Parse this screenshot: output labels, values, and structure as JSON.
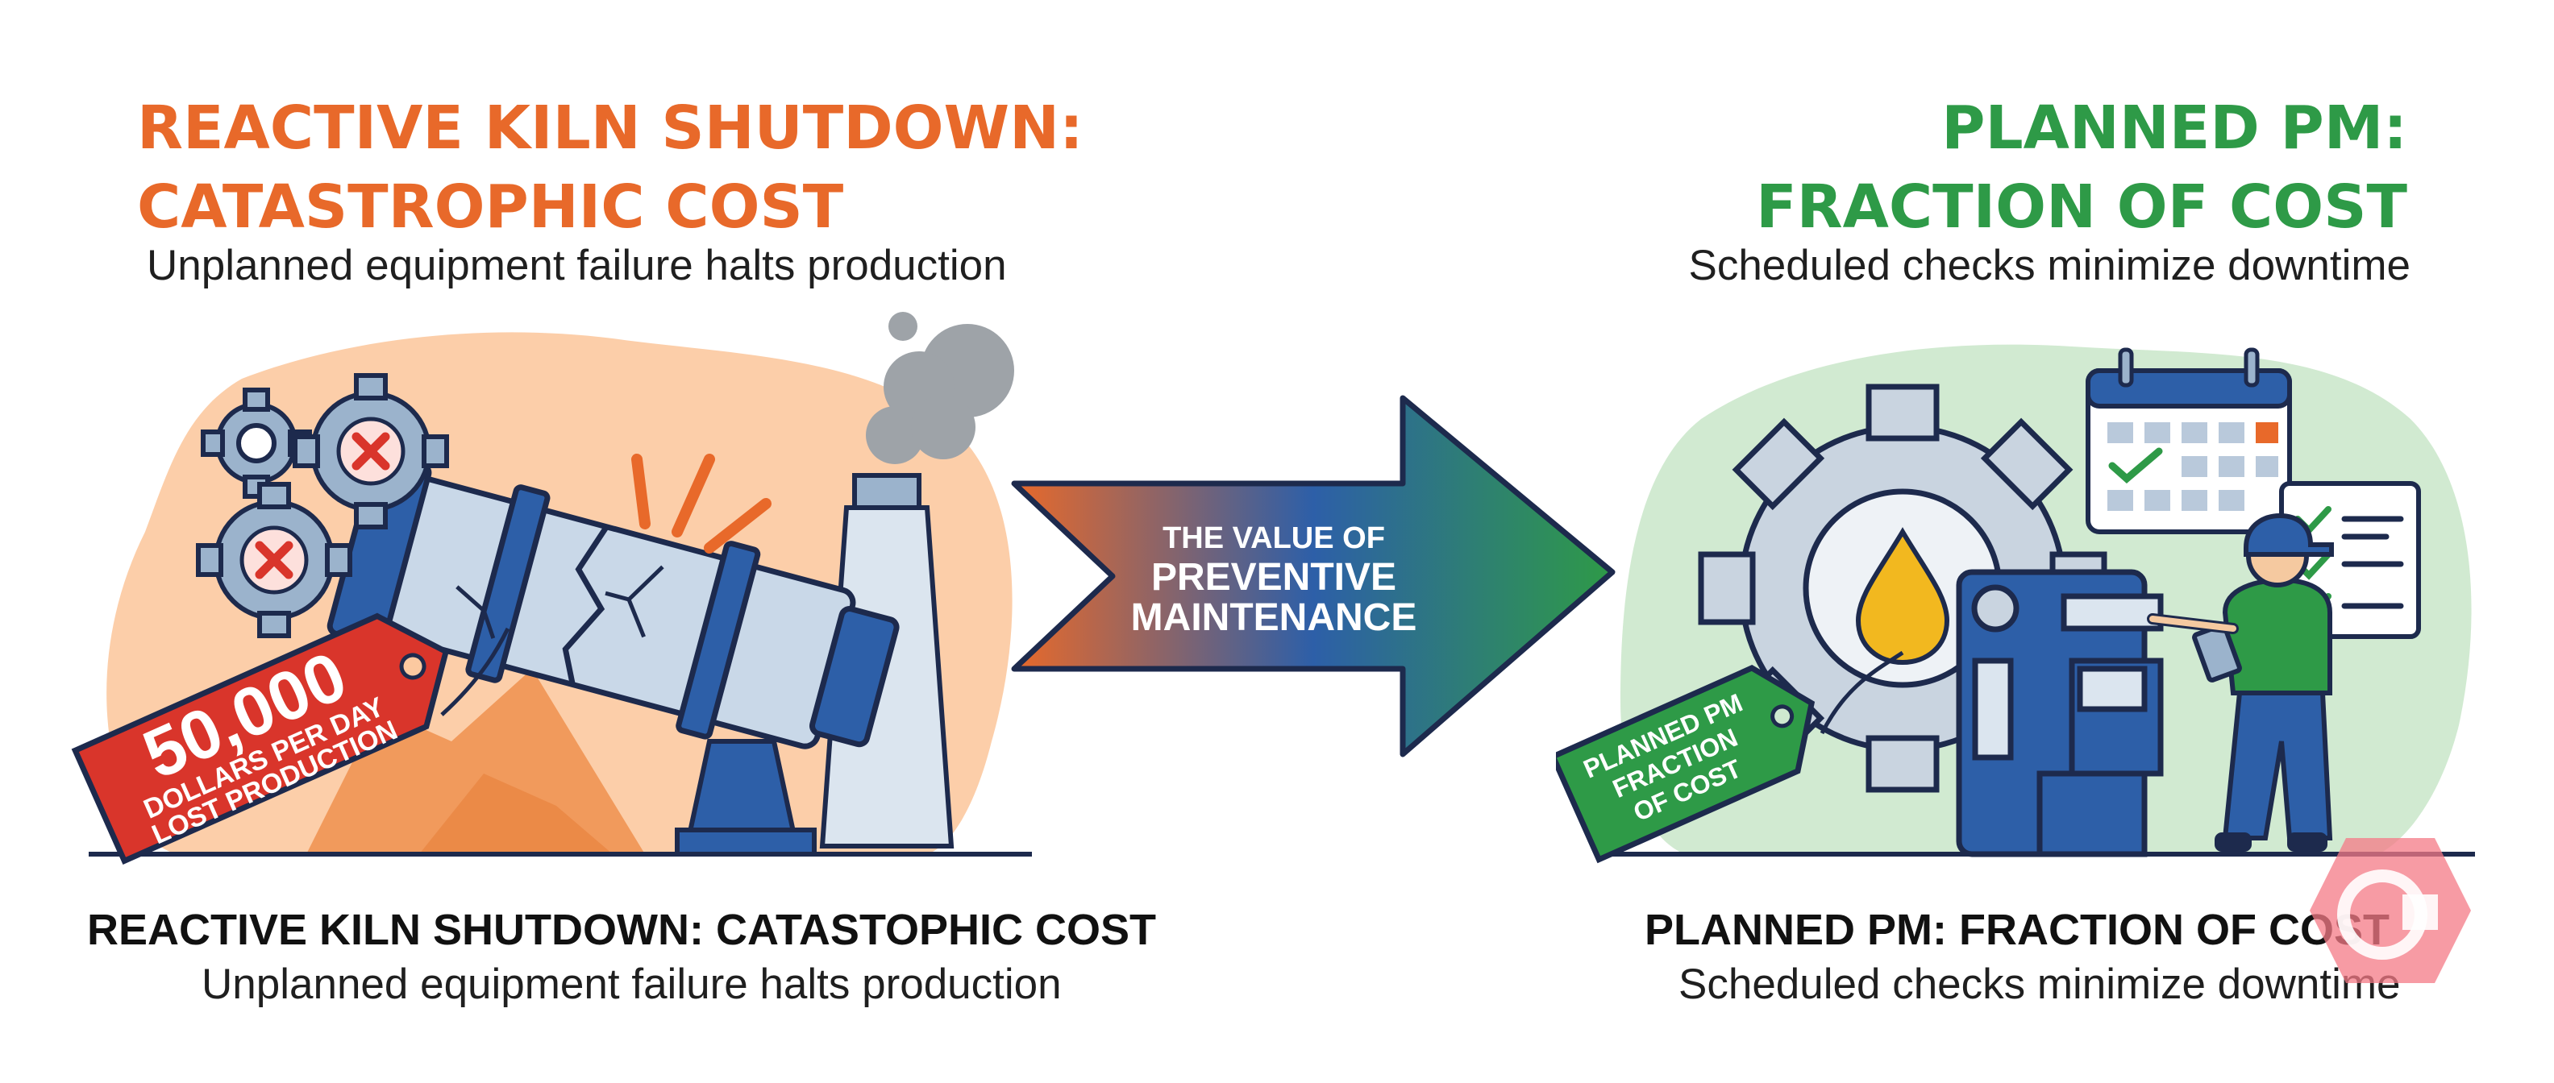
{
  "left": {
    "title_line1": "REACTIVE KILN SHUTDOWN:",
    "title_line2": "CATASTROPHIC COST",
    "subtitle": "Unplanned equipment failure halts production",
    "tag_big": "50,000",
    "tag_line1": "DOLLARS PER DAY",
    "tag_line2": "LOST PRODUCTION",
    "caption": "REACTIVE KILN SHUTDOWN: CATASTOPHIC COST",
    "caption_sub": "Unplanned equipment failure halts production"
  },
  "center": {
    "line1": "THE VALUE OF",
    "line2": "PREVENTIVE",
    "line3": "MAINTENANCE"
  },
  "right": {
    "title_line1": "PLANNED PM:",
    "title_line2": "FRACTION OF COST",
    "subtitle": "Scheduled checks minimize downtime",
    "tag_line1": "PLANNED PM",
    "tag_line2": "FRACTION",
    "tag_line3": "OF COST",
    "caption": "PLANNED PM: FRACTION OF COST",
    "caption_sub": "Scheduled checks minimize downtime"
  },
  "colors": {
    "orange": "#e8692a",
    "green": "#2e9a47",
    "blue": "#2d5fa8",
    "red": "#d9352b",
    "peach": "#fcc9a0",
    "mint": "#cfe9cf"
  },
  "icons": [
    "gear-icon",
    "x-mark-icon",
    "smoke-icon",
    "kiln-icon",
    "price-tag-icon",
    "arrow-icon",
    "oil-drop-icon",
    "calendar-icon",
    "checklist-icon",
    "worker-icon",
    "machine-icon",
    "watermark-icon"
  ]
}
